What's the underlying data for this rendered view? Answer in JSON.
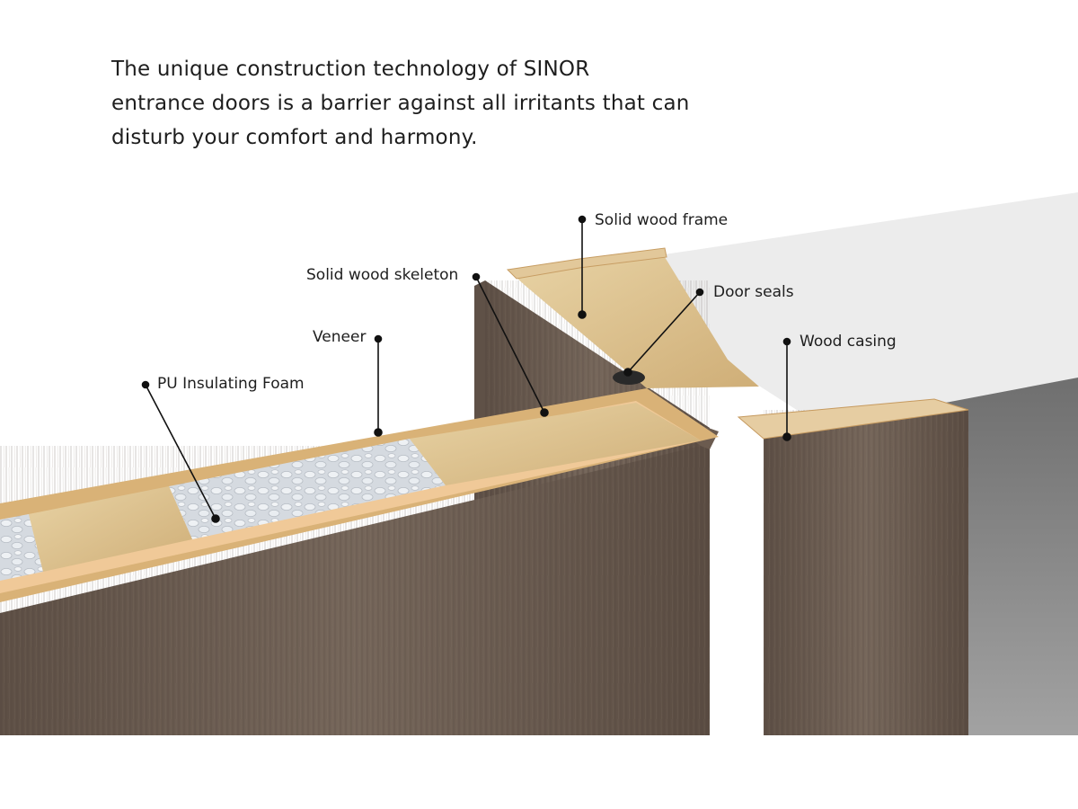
{
  "headline": {
    "line1": "The unique construction technology of SINOR",
    "line2": "entrance doors is a barrier against all irritants that can",
    "line3": "disturb your comfort and harmony."
  },
  "labels": {
    "solid_wood_frame": "Solid wood frame",
    "solid_wood_skeleton": "Solid wood skeleton",
    "door_seals": "Door seals",
    "veneer": "Veneer",
    "wood_casing": "Wood casing",
    "pu_foam": "PU Insulating Foam"
  },
  "colors": {
    "walnut_veneer": "#6f5f52",
    "light_wood": "#dcc391",
    "foam": "#d8dde2",
    "wall_top": "#e9e9e9",
    "wall_face": "#8a8a8a",
    "callout": "#111111"
  }
}
